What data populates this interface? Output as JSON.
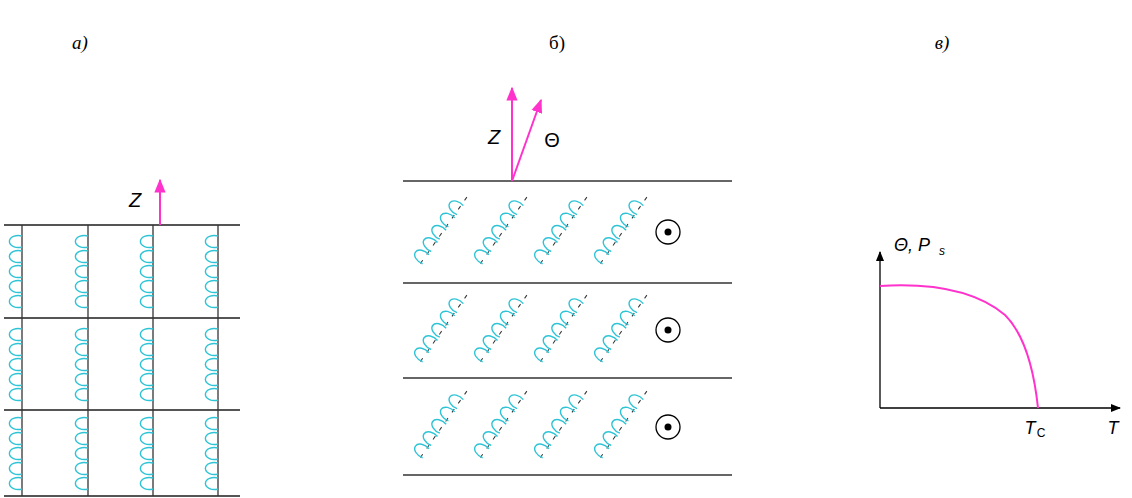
{
  "diagram": {
    "labels": [
      "а)",
      "б)",
      "в)",
      "Z",
      "Z",
      "Θ",
      "Θ, P",
      "s",
      "T",
      "C",
      "T"
    ]
  }
}
